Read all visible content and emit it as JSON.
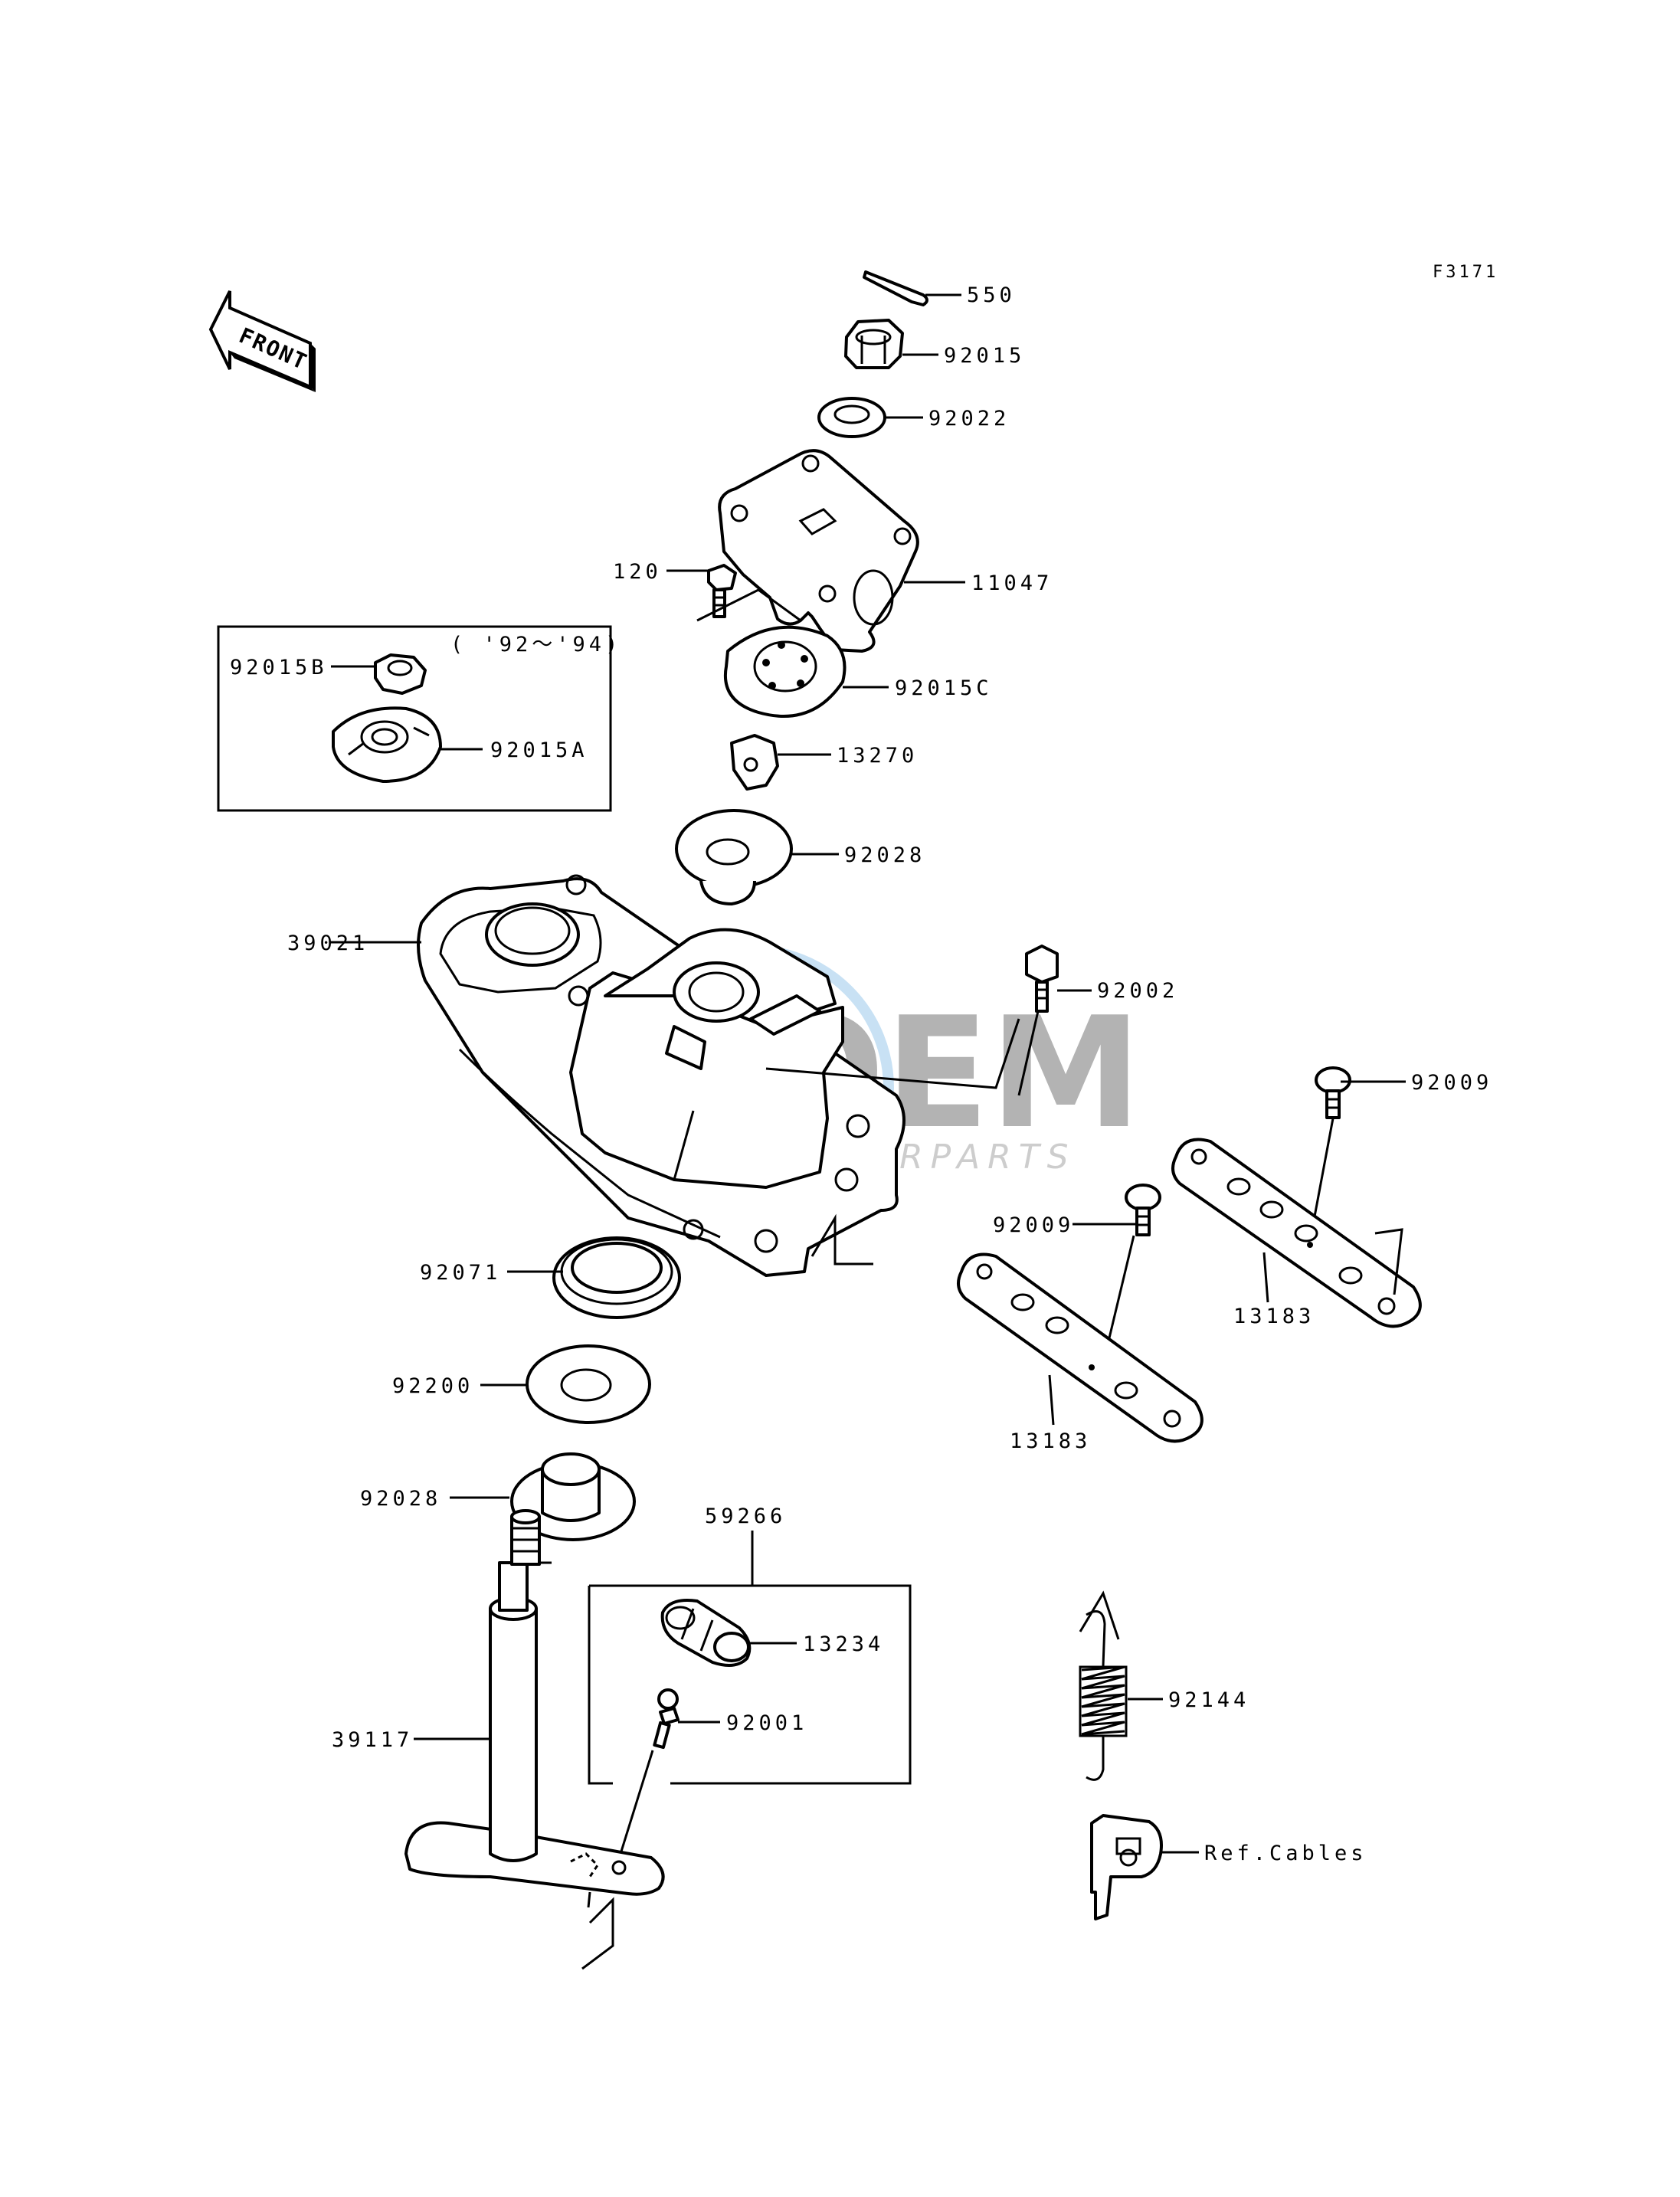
{
  "figure_ref": "F3171",
  "front_badge": "FRONT",
  "year_note": "( '92～'94)",
  "watermark": {
    "brand": "OEM",
    "sub": "MOTORPARTS",
    "color": "#9a9a9a",
    "globe_color": "#2f8fd6"
  },
  "callouts": [
    {
      "id": "c550",
      "label": "550"
    },
    {
      "id": "c92015",
      "label": "92015"
    },
    {
      "id": "c92022",
      "label": "92022"
    },
    {
      "id": "c11047",
      "label": "11047"
    },
    {
      "id": "c120",
      "label": "120"
    },
    {
      "id": "c92015C",
      "label": "92015C"
    },
    {
      "id": "c92015B",
      "label": "92015B"
    },
    {
      "id": "c92015A",
      "label": "92015A"
    },
    {
      "id": "c13270",
      "label": "13270"
    },
    {
      "id": "c92028a",
      "label": "92028"
    },
    {
      "id": "c39021",
      "label": "39021"
    },
    {
      "id": "c92002",
      "label": "92002"
    },
    {
      "id": "c92009a",
      "label": "92009"
    },
    {
      "id": "c92009b",
      "label": "92009"
    },
    {
      "id": "c13183a",
      "label": "13183"
    },
    {
      "id": "c13183b",
      "label": "13183"
    },
    {
      "id": "c92071",
      "label": "92071"
    },
    {
      "id": "c92200",
      "label": "92200"
    },
    {
      "id": "c92028b",
      "label": "92028"
    },
    {
      "id": "c59266",
      "label": "59266"
    },
    {
      "id": "c13234",
      "label": "13234"
    },
    {
      "id": "c92001",
      "label": "92001"
    },
    {
      "id": "c39117",
      "label": "39117"
    },
    {
      "id": "c92144",
      "label": "92144"
    },
    {
      "id": "cRef",
      "label": "Ref.Cables"
    }
  ]
}
